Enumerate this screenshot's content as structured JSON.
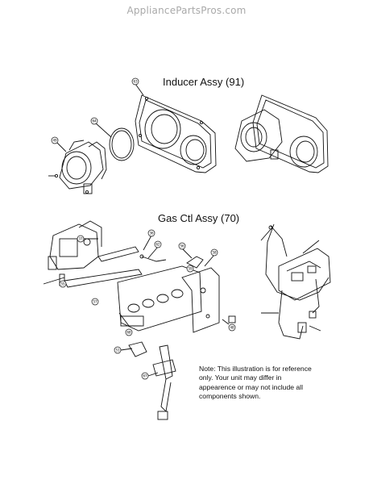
{
  "watermark": "AppliancePartsPros.com",
  "titles": {
    "inducer": "Inducer Assy (91)",
    "gas_control": "Gas Ctl Assy (70)"
  },
  "note": "Note: This illustration is for reference only. Your unit may differ in appearence or may not include all components shown.",
  "callouts": [
    "63",
    "64",
    "49",
    "37",
    "36",
    "62",
    "56",
    "58",
    "55",
    "57",
    "59",
    "48",
    "51",
    "67",
    "68"
  ]
}
